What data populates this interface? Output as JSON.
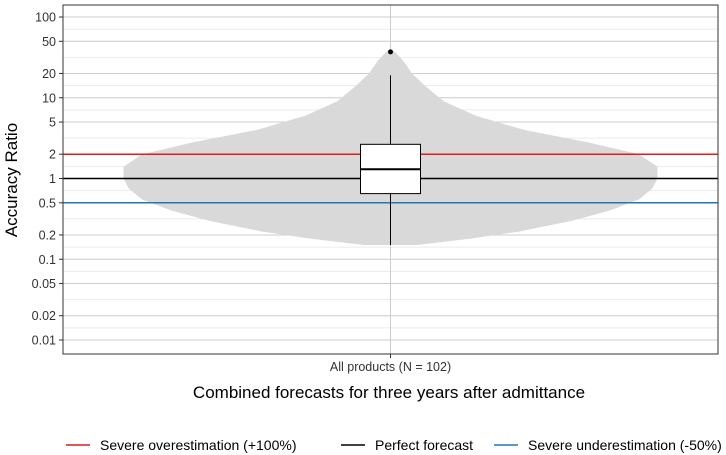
{
  "chart_data": {
    "type": "violin",
    "title": "",
    "xlabel": "Combined forecasts for three years after admittance",
    "ylabel": "Accuracy Ratio",
    "y_scale": "log10",
    "ylim": [
      0.007,
      150
    ],
    "y_ticks": [
      0.01,
      0.02,
      0.05,
      0.1,
      0.2,
      0.5,
      1,
      2,
      5,
      10,
      20,
      50,
      100
    ],
    "y_tick_labels": [
      "0.01",
      "0.02",
      "0.05",
      "0.1",
      "0.2",
      "0.5",
      "1",
      "2",
      "5",
      "10",
      "20",
      "50",
      "100"
    ],
    "categories": [
      "All products (N = 102)"
    ],
    "grid": true,
    "legend_position": "bottom",
    "violin": {
      "color": "#d9d9d9",
      "range": [
        0.15,
        40
      ],
      "density_profile": [
        {
          "y": 0.15,
          "w": 0.1
        },
        {
          "y": 0.18,
          "w": 0.3
        },
        {
          "y": 0.22,
          "w": 0.48
        },
        {
          "y": 0.3,
          "w": 0.68
        },
        {
          "y": 0.4,
          "w": 0.82
        },
        {
          "y": 0.55,
          "w": 0.93
        },
        {
          "y": 0.75,
          "w": 0.98
        },
        {
          "y": 1.0,
          "w": 1.0
        },
        {
          "y": 1.4,
          "w": 1.0
        },
        {
          "y": 2.0,
          "w": 0.93
        },
        {
          "y": 2.8,
          "w": 0.74
        },
        {
          "y": 4.0,
          "w": 0.5
        },
        {
          "y": 6.0,
          "w": 0.32
        },
        {
          "y": 9.0,
          "w": 0.2
        },
        {
          "y": 14.0,
          "w": 0.13
        },
        {
          "y": 20.0,
          "w": 0.08
        },
        {
          "y": 28.0,
          "w": 0.05
        },
        {
          "y": 36.0,
          "w": 0.02
        },
        {
          "y": 40.0,
          "w": 0.0
        }
      ]
    },
    "boxplot": {
      "whisker_low": 0.15,
      "q1": 0.65,
      "median": 1.3,
      "q3": 2.65,
      "whisker_high": 19,
      "outliers": [
        37
      ]
    },
    "reference_lines": [
      {
        "name": "Severe overestimation (+100%)",
        "y": 2,
        "color": "#e41a1c"
      },
      {
        "name": "Perfect forecast",
        "y": 1,
        "color": "#000000"
      },
      {
        "name": "Severe underestimation (-50%)",
        "y": 0.5,
        "color": "#1f78b4"
      }
    ]
  }
}
